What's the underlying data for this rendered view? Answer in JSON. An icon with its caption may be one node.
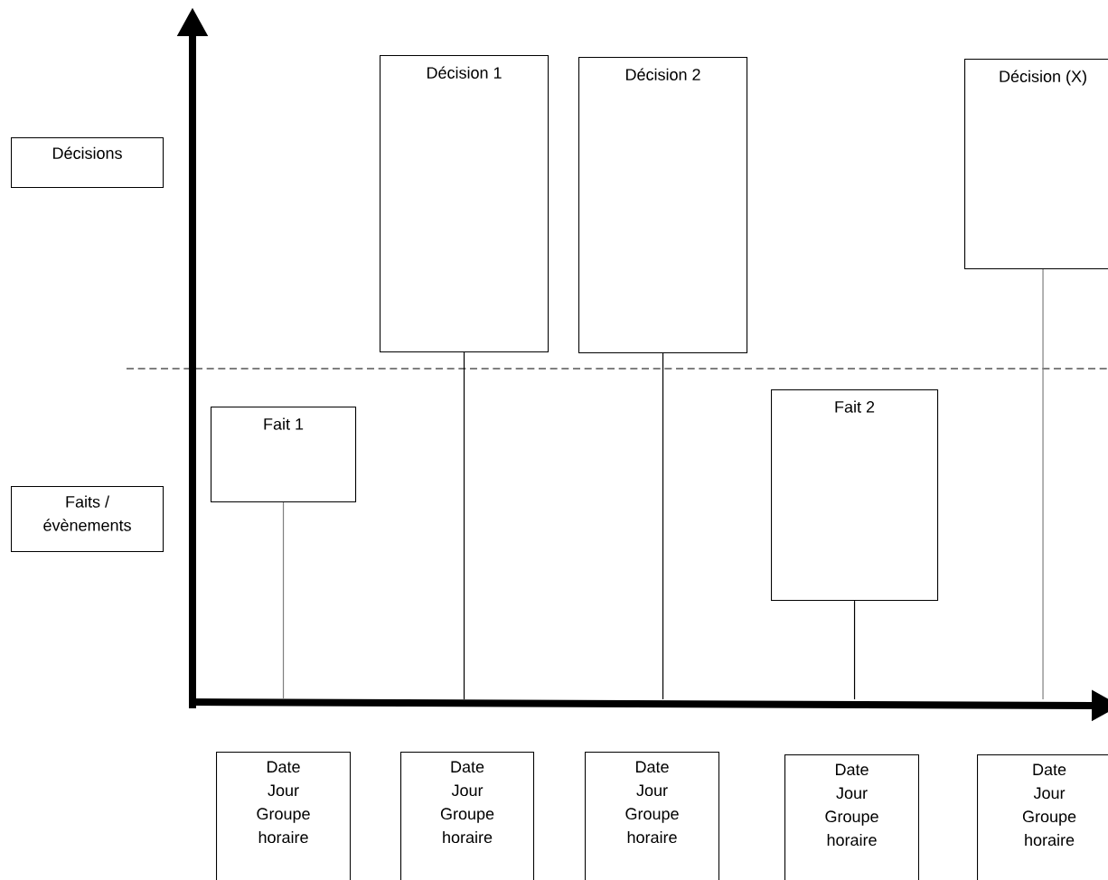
{
  "diagram": {
    "nodes": [
      {
        "text": [
          "Décisions"
        ]
      },
      {
        "text": [
          "Faits / évènements"
        ]
      },
      {
        "text": [
          "Décision 1"
        ]
      },
      {
        "text": [
          "Décision 2"
        ]
      },
      {
        "text": [
          "Décision (X)"
        ]
      },
      {
        "text": [
          "Fait 1"
        ]
      },
      {
        "text": [
          "Fait 2"
        ]
      },
      {
        "text": [
          "Date",
          "Jour",
          "Groupe horaire"
        ]
      },
      {
        "text": [
          "Date",
          "Jour",
          "Groupe horaire"
        ]
      },
      {
        "text": [
          "Date",
          "Jour",
          "Groupe horaire"
        ]
      },
      {
        "text": [
          "Date",
          "Jour",
          "Groupe horaire"
        ]
      },
      {
        "text": [
          "Date",
          "Jour",
          "Groupe horaire"
        ]
      }
    ],
    "edges": [
      {
        "from": 5,
        "to": null,
        "arrow": "none",
        "color": "#7f7f7f"
      },
      {
        "from": 2,
        "to": null,
        "arrow": "none"
      },
      {
        "from": 3,
        "to": null,
        "arrow": "none"
      },
      {
        "from": 6,
        "to": null,
        "arrow": "none"
      },
      {
        "from": 4,
        "to": null,
        "arrow": "none",
        "color": "#7f7f7f"
      }
    ]
  }
}
